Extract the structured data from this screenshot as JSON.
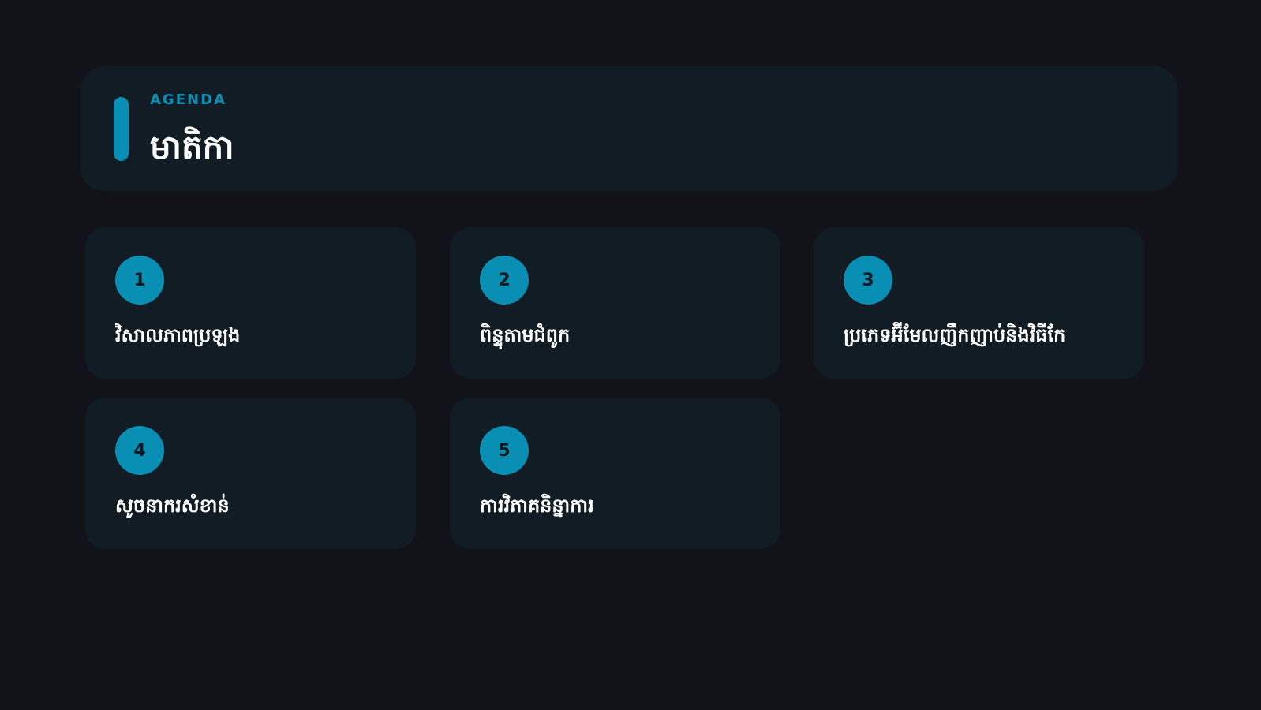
{
  "header": {
    "label": "AGENDA",
    "title": "មាតិកា"
  },
  "items": [
    {
      "number": "1",
      "text": "វិសាលភាពប្រឡង"
    },
    {
      "number": "2",
      "text": "ពិន្ទុតាមជំពូក"
    },
    {
      "number": "3",
      "text": "ប្រភេទអ៊ីមែលញឹកញាប់និងវិធីកែ"
    },
    {
      "number": "4",
      "text": "សូចនាករសំខាន់"
    },
    {
      "number": "5",
      "text": "ការវិភាគនិន្នាការ"
    }
  ],
  "colors": {
    "background": "#111318",
    "panel": "#111c25",
    "accent": "#0a8fb4",
    "text": "#ffffff"
  }
}
